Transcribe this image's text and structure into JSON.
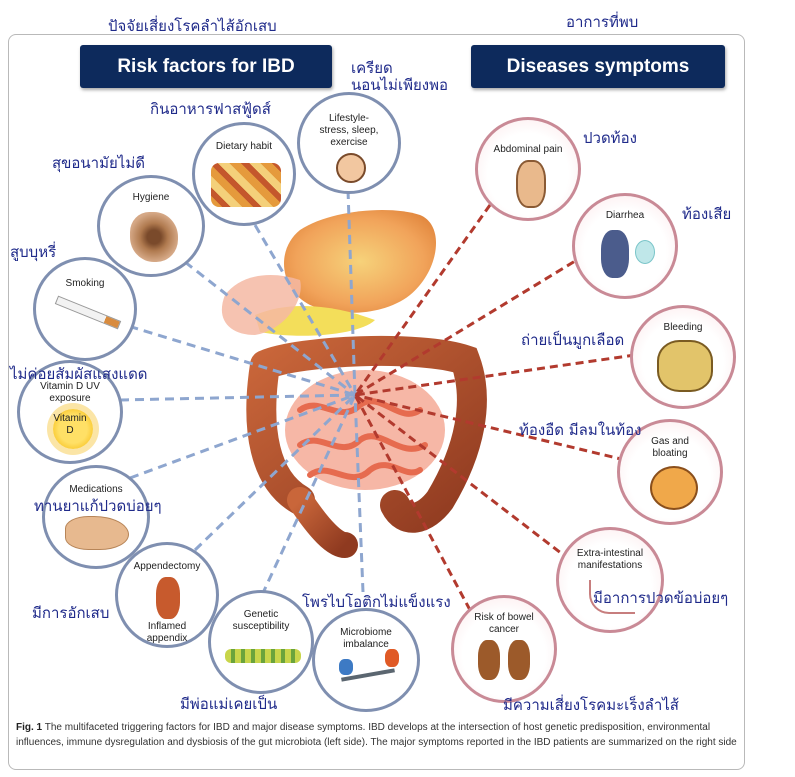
{
  "header": {
    "left_thai": "ปัจจัยเสี่ยงโรคลำไส้อักเสบ",
    "right_thai": "อาการที่พบ"
  },
  "banners": {
    "risk": "Risk factors for IBD",
    "symptoms": "Diseases symptoms"
  },
  "risk_factors": [
    {
      "id": "lifestyle",
      "label": "Lifestyle-\nstress, sleep,\nexercise",
      "thai": "เครียด\nนอนไม่เพียงพอ"
    },
    {
      "id": "dietary",
      "label": "Dietary habit",
      "thai": "กินอาหารฟาสฟู้ดส์"
    },
    {
      "id": "hygiene",
      "label": "Hygiene",
      "thai": "สุขอนามัยไม่ดี"
    },
    {
      "id": "smoking",
      "label": "Smoking",
      "thai": "สูบบุหรี่"
    },
    {
      "id": "vitamin",
      "label": "Vitamin D UV\nexposure",
      "sub": "Vitamin\nD",
      "thai": "ไม่ค่อยสัมผัสแสงแดด"
    },
    {
      "id": "medications",
      "label": "Medications",
      "thai": "ทานยาแก้ปวดบ่อยๆ"
    },
    {
      "id": "appendectomy",
      "label": "Appendectomy",
      "sub": "Inflamed\nappendix",
      "thai": "มีการอักเสบ"
    },
    {
      "id": "genetic",
      "label": "Genetic\nsusceptibility",
      "thai": "มีพ่อแม่เคยเป็น"
    },
    {
      "id": "microbiome",
      "label": "Microbiome\nimbalance",
      "thai": "โพรไบโอติกไม่แข็งแรง"
    }
  ],
  "symptoms": [
    {
      "id": "abdominal",
      "label": "Abdominal pain",
      "thai": "ปวดท้อง"
    },
    {
      "id": "diarrhea",
      "label": "Diarrhea",
      "thai": "ท้องเสีย"
    },
    {
      "id": "bleeding",
      "label": "Bleeding",
      "thai": "ถ่ายเป็นมูกเลือด"
    },
    {
      "id": "gas",
      "label": "Gas and\nbloating",
      "thai": "ท้องอืด มีลมในท้อง"
    },
    {
      "id": "extra",
      "label": "Extra-intestinal\nmanifestations",
      "thai": "มีอาการปวดข้อบ่อยๆ"
    },
    {
      "id": "cancer",
      "label": "Risk of   bowel\ncancer",
      "thai": "มีความเสี่ยงโรคมะเร็งลำไส้"
    }
  ],
  "caption": {
    "fig": "Fig. 1",
    "text": "The multifaceted triggering factors for IBD and major disease symptoms. IBD develops at the intersection of host genetic predisposition, environmental influences, immune dysregulation and dysbiosis of the gut microbiota (left side). The major symptoms reported in the IBD patients are summarized on the right side"
  },
  "colors": {
    "banner": "#0d2a5c",
    "risk_line": "#8ea6cf",
    "symptom_line": "#b23a2e",
    "thai_text": "#1f2a8a"
  }
}
